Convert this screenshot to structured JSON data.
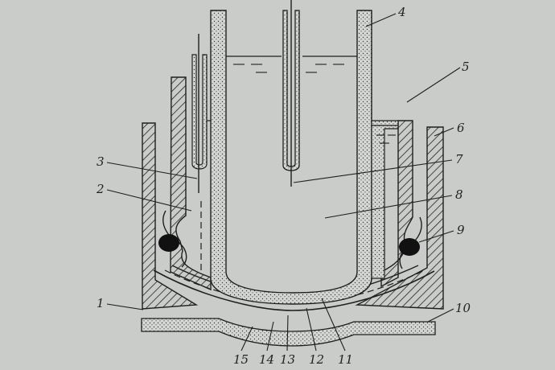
{
  "labels": {
    "l1": "1",
    "l2": "2",
    "l3": "3",
    "l4": "4",
    "l5": "5",
    "l6": "6",
    "l7": "7",
    "l8": "8",
    "l9": "9",
    "l10": "10",
    "l11": "11",
    "l12": "12",
    "l13": "13",
    "l14": "14",
    "l15": "15"
  },
  "colors": {
    "background": "#c9ccc9",
    "ink": "#1f1f1f",
    "stipple": "#3a3a3a"
  }
}
